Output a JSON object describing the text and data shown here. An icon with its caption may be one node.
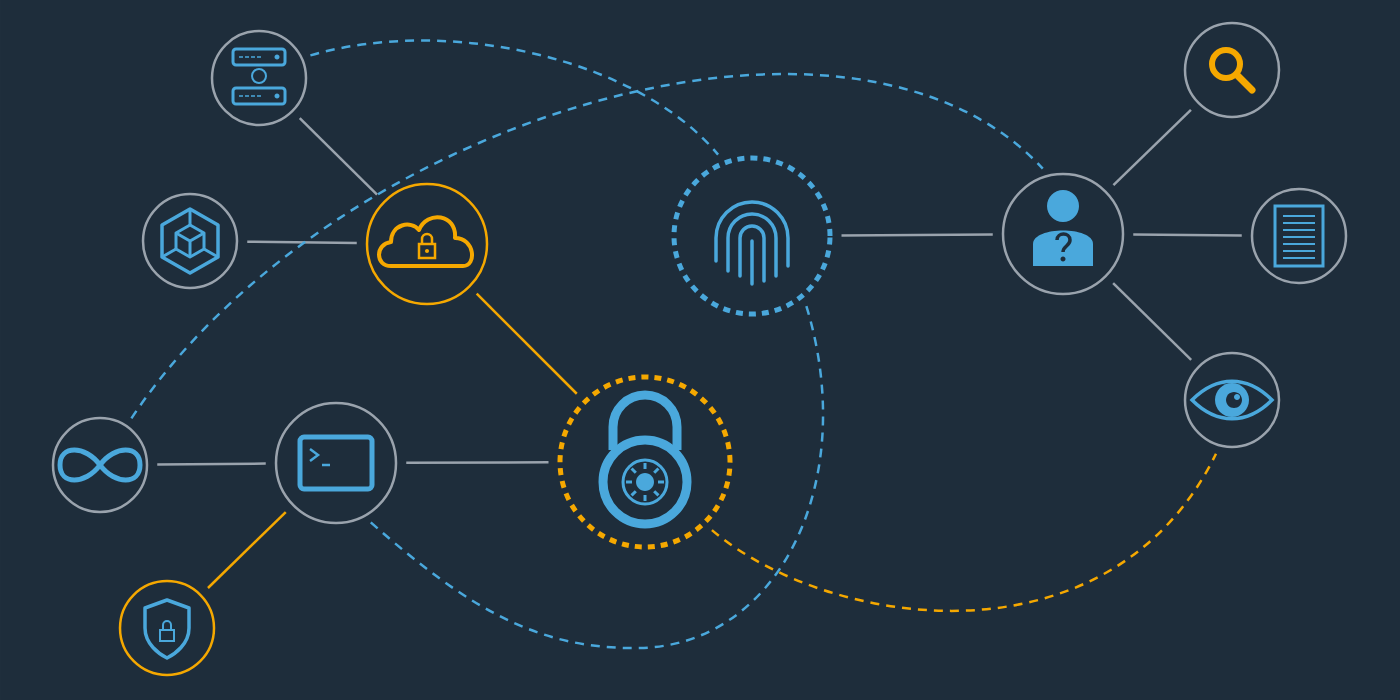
{
  "diagram": {
    "nodes": [
      {
        "text": [],
        "shape": "circle"
      },
      {
        "text": [],
        "shape": "circle"
      },
      {
        "text": [],
        "shape": "circle"
      },
      {
        "text": [],
        "shape": "circle"
      },
      {
        "text": [],
        "shape": "circle"
      },
      {
        "text": [],
        "shape": "circle"
      },
      {
        "text": [],
        "shape": "circle"
      },
      {
        "text": [],
        "shape": "circle"
      },
      {
        "text": [],
        "shape": "circle"
      },
      {
        "text": [],
        "shape": "circle"
      },
      {
        "text": [],
        "shape": "circle"
      },
      {
        "text": [],
        "shape": "circle"
      }
    ],
    "edges": [
      {
        "from": 0,
        "to": 2,
        "arrow": "none"
      },
      {
        "from": 1,
        "to": 2,
        "arrow": "none"
      },
      {
        "from": 2,
        "to": 10,
        "arrow": "none",
        "color": "#f5a800"
      },
      {
        "from": 3,
        "to": 4,
        "arrow": "none"
      },
      {
        "from": 4,
        "to": 5,
        "arrow": "none"
      },
      {
        "from": 4,
        "to": 6,
        "arrow": "none"
      },
      {
        "from": 4,
        "to": 7,
        "arrow": "none"
      },
      {
        "from": 8,
        "to": 9,
        "arrow": "none"
      },
      {
        "from": 9,
        "to": 10,
        "arrow": "none"
      },
      {
        "from": 9,
        "to": 11,
        "arrow": "none",
        "color": "#f5a800"
      },
      {
        "from": 0,
        "to": 3,
        "arrow": "none",
        "style": "dashed",
        "color": "#4aa8dc"
      },
      {
        "from": 8,
        "to": 4,
        "arrow": "none",
        "style": "dashed",
        "color": "#4aa8dc"
      },
      {
        "from": 9,
        "to": 3,
        "arrow": "none",
        "style": "dashed",
        "color": "#4aa8dc"
      },
      {
        "from": 10,
        "to": 7,
        "arrow": "none",
        "style": "dashed",
        "color": "#f5a800"
      }
    ]
  }
}
